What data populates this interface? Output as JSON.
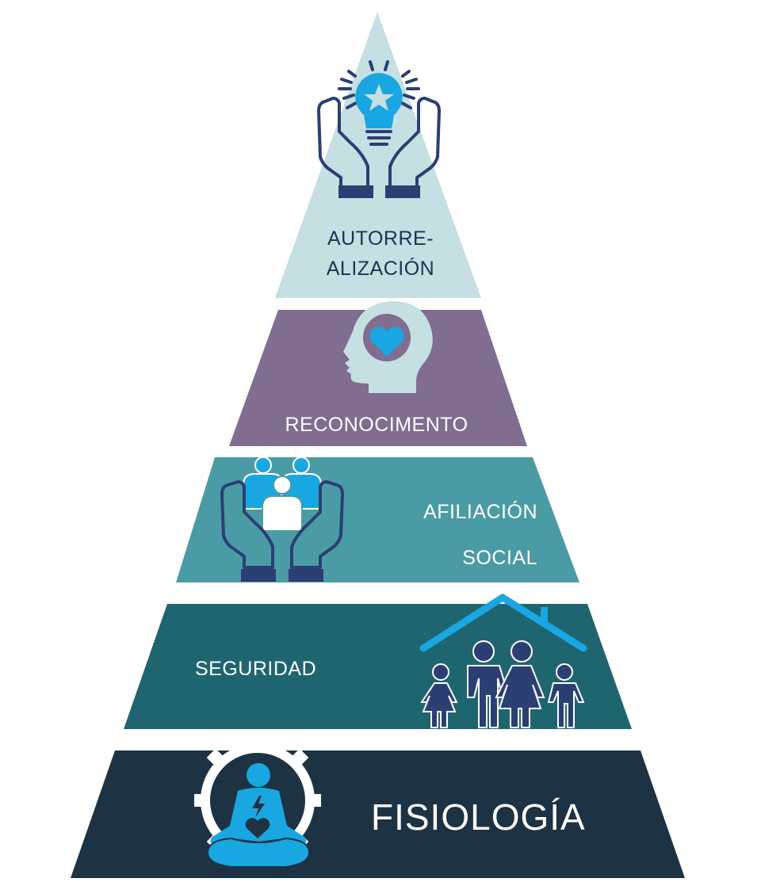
{
  "pyramid": {
    "levels": [
      {
        "id": "autorrealizacion",
        "label_lines": [
          "AUTORRE-",
          "ALIZACIÓN"
        ],
        "color": "#c5dfe3",
        "icon": "lightbulb-star-in-hands-icon"
      },
      {
        "id": "reconocimiento",
        "label": "RECONOCIMENTO",
        "color": "#806d90",
        "icon": "head-with-heart-icon"
      },
      {
        "id": "afiliacion",
        "label_lines": [
          "AFILIACIÓN",
          "SOCIAL"
        ],
        "color": "#4b9ba5",
        "icon": "group-in-hands-icon"
      },
      {
        "id": "seguridad",
        "label": "SEGURIDAD",
        "color": "#1e6570",
        "icon": "family-under-roof-icon"
      },
      {
        "id": "fisiologia",
        "label": "FISIOLOGÍA",
        "color": "#1d3242",
        "icon": "meditating-person-gear-icon"
      }
    ]
  },
  "colors": {
    "icon_dark": "#2b3f72",
    "icon_blue": "#1aa6e0",
    "icon_light": "#c5dfe3"
  }
}
